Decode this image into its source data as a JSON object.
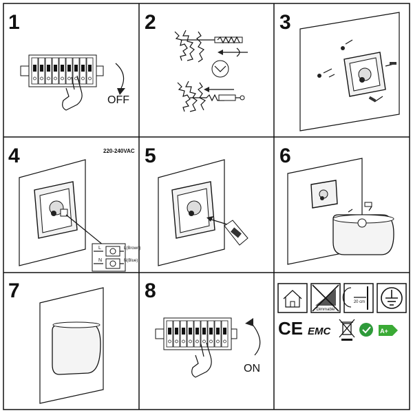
{
  "steps": [
    "1",
    "2",
    "3",
    "4",
    "5",
    "6",
    "7",
    "8"
  ],
  "labels": {
    "off": "OFF",
    "on": "ON",
    "voltage": "220-240VAC",
    "l_wire": "L(Brown)",
    "n_wire": "N(Blue)",
    "l_short": "L",
    "n_short": "N",
    "dimmable": "Dimmable",
    "distance": "20 cm",
    "ce": "CE",
    "emc": "EMC",
    "energy_class": "A+"
  },
  "icons": [
    "indoor-use-icon",
    "not-dimmable-icon",
    "min-distance-icon",
    "earth-ground-icon",
    "ce-mark-icon",
    "emc-mark-icon",
    "weee-bin-icon",
    "recycle-icon",
    "energy-class-icon"
  ],
  "colors": {
    "line": "#111111",
    "background": "#ffffff",
    "recycle_green": "#2e9a3a",
    "energy_green": "#3aaa35"
  }
}
